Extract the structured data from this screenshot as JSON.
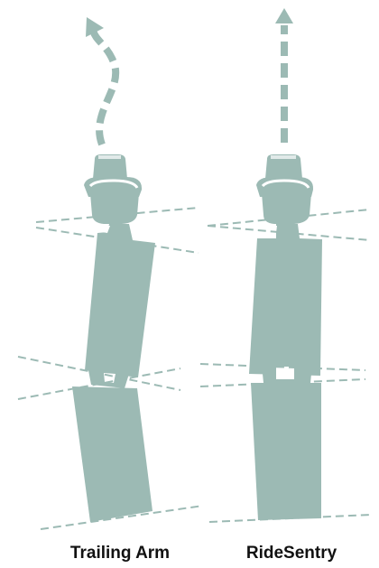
{
  "colors": {
    "body": "#9cbab4",
    "guide_line": "#9cbab4",
    "background": "#ffffff",
    "caption_text": "#111111"
  },
  "panels": [
    {
      "caption": "Trailing Arm",
      "arrow_style": "dashed-curved",
      "shape": "angled-segments"
    },
    {
      "caption": "RideSentry",
      "arrow_style": "dashed-straight",
      "shape": "vertical-aligned-segments"
    }
  ]
}
